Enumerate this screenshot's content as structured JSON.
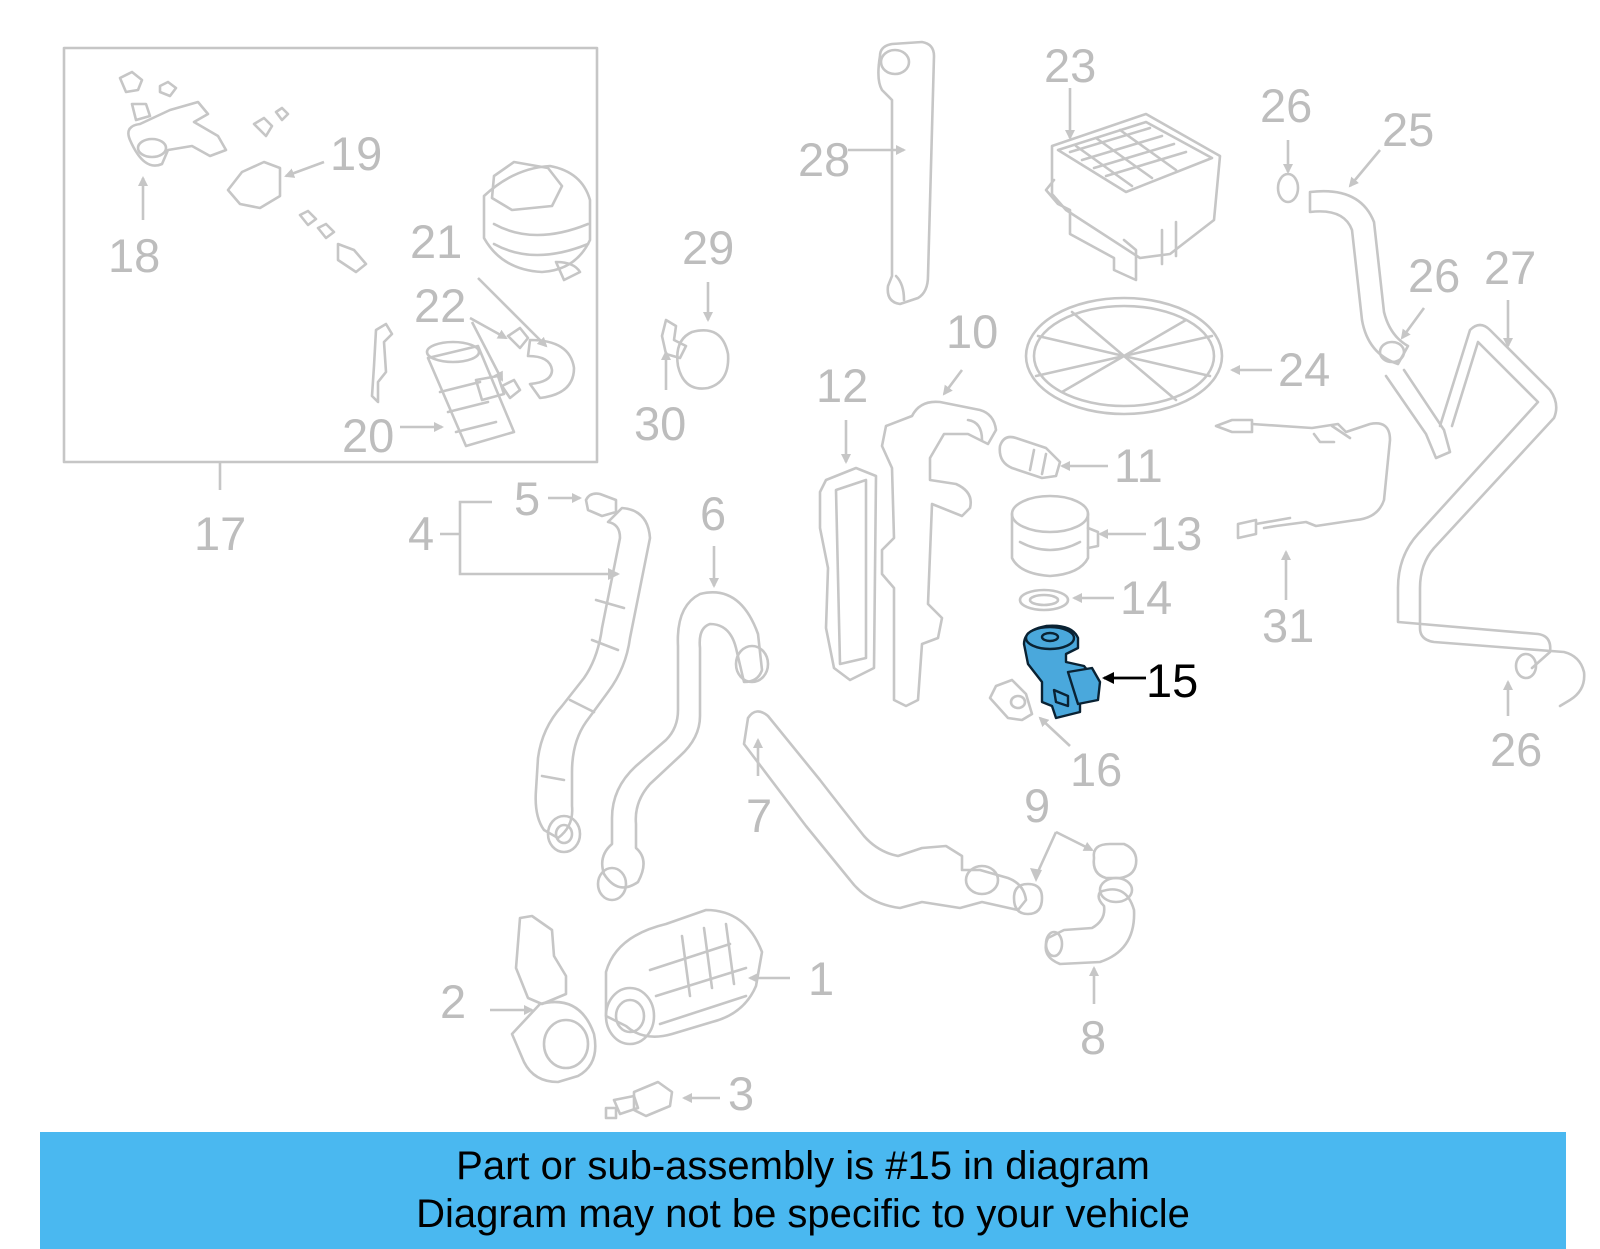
{
  "colors": {
    "banner": "#4ab8f0",
    "highlight": "#4aa8dc",
    "part_line": "#c6c6c6",
    "callout": "#bdbdbd"
  },
  "callouts": {
    "c1": "1",
    "c2": "2",
    "c3": "3",
    "c4": "4",
    "c5": "5",
    "c6": "6",
    "c7": "7",
    "c8": "8",
    "c9": "9",
    "c10": "10",
    "c11": "11",
    "c12": "12",
    "c13": "13",
    "c14": "14",
    "c15": "15",
    "c16": "16",
    "c17": "17",
    "c18": "18",
    "c19": "19",
    "c20": "20",
    "c21": "21",
    "c22": "22",
    "c23": "23",
    "c24": "24",
    "c25": "25",
    "c26": "26",
    "c27": "27",
    "c28": "28",
    "c29": "29",
    "c30": "30",
    "c31": "31"
  },
  "banner": {
    "line1": "Part or sub-assembly is #15 in diagram",
    "line2": "Diagram may not be specific to your vehicle"
  }
}
